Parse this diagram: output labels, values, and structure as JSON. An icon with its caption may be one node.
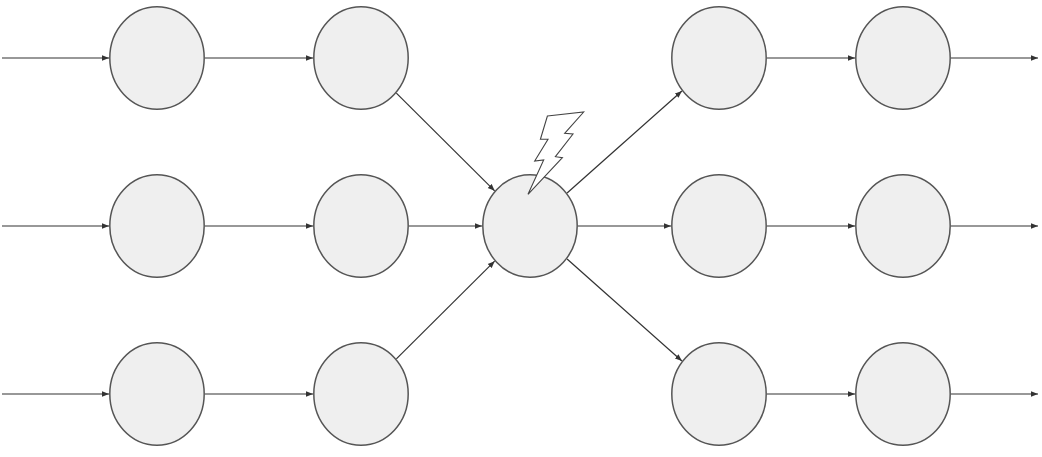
{
  "diagram": {
    "nodes": [
      {
        "text": [],
        "shape": "circle"
      },
      {
        "text": [],
        "shape": "circle"
      },
      {
        "text": [],
        "shape": "circle"
      },
      {
        "text": [],
        "shape": "circle"
      },
      {
        "text": [],
        "shape": "circle"
      },
      {
        "text": [],
        "shape": "circle"
      },
      {
        "text": [],
        "shape": "circle"
      },
      {
        "text": [],
        "shape": "circle"
      },
      {
        "text": [],
        "shape": "circle"
      },
      {
        "text": [],
        "shape": "circle"
      },
      {
        "text": [],
        "shape": "circle"
      },
      {
        "text": [],
        "shape": "circle"
      },
      {
        "text": [],
        "shape": "circle"
      }
    ],
    "edges": [
      {
        "from": null,
        "to": 0,
        "arrow": "to"
      },
      {
        "from": 0,
        "to": 1,
        "arrow": "to"
      },
      {
        "from": 1,
        "to": 6,
        "arrow": "to"
      },
      {
        "from": 6,
        "to": 2,
        "arrow": "to"
      },
      {
        "from": 2,
        "to": 3,
        "arrow": "to"
      },
      {
        "from": 3,
        "to": null,
        "arrow": "to"
      },
      {
        "from": null,
        "to": 4,
        "arrow": "to"
      },
      {
        "from": 4,
        "to": 5,
        "arrow": "to"
      },
      {
        "from": 5,
        "to": 6,
        "arrow": "to"
      },
      {
        "from": 6,
        "to": 7,
        "arrow": "to"
      },
      {
        "from": 7,
        "to": 8,
        "arrow": "to"
      },
      {
        "from": 8,
        "to": null,
        "arrow": "to"
      },
      {
        "from": null,
        "to": 9,
        "arrow": "to"
      },
      {
        "from": 9,
        "to": 10,
        "arrow": "to"
      },
      {
        "from": 10,
        "to": 6,
        "arrow": "to"
      },
      {
        "from": 6,
        "to": 11,
        "arrow": "to"
      },
      {
        "from": 11,
        "to": 12,
        "arrow": "to"
      },
      {
        "from": 12,
        "to": null,
        "arrow": "to"
      }
    ]
  }
}
